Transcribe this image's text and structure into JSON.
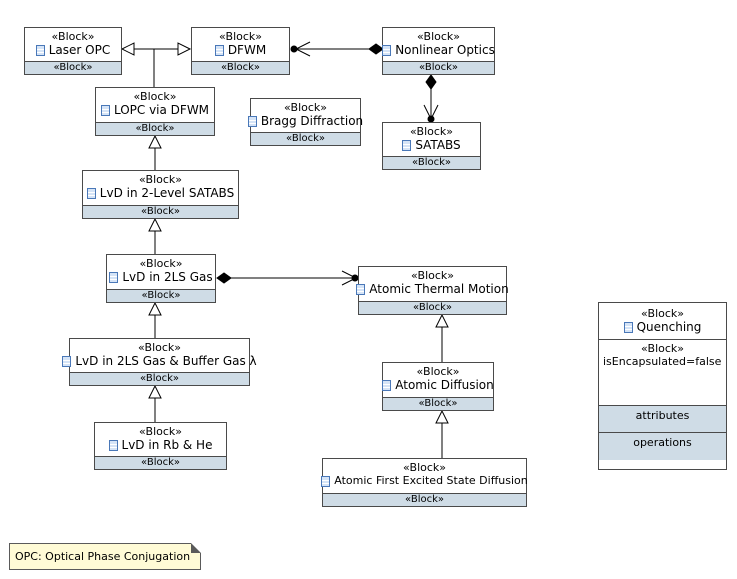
{
  "blocks": {
    "laser_opc": {
      "stereotype": "«Block»",
      "name": "Laser OPC",
      "footer": "«Block»"
    },
    "dfwm": {
      "stereotype": "«Block»",
      "name": "DFWM",
      "footer": "«Block»"
    },
    "nonlinear_optics": {
      "stereotype": "«Block»",
      "name": "Nonlinear Optics",
      "footer": "«Block»"
    },
    "lopc_via_dfwm": {
      "stereotype": "«Block»",
      "name": "LOPC via DFWM",
      "footer": "«Block»"
    },
    "bragg_diffraction": {
      "stereotype": "«Block»",
      "name": "Bragg Diffraction",
      "footer": "«Block»"
    },
    "satabs": {
      "stereotype": "«Block»",
      "name": "SATABS",
      "footer": "«Block»"
    },
    "lvd_2level_satabs": {
      "stereotype": "«Block»",
      "name": "LvD in 2-Level SATABS",
      "footer": "«Block»"
    },
    "lvd_2ls_gas": {
      "stereotype": "«Block»",
      "name": "LvD in 2LS Gas",
      "footer": "«Block»"
    },
    "atomic_thermal_motion": {
      "stereotype": "«Block»",
      "name": "Atomic Thermal Motion",
      "footer": "«Block»"
    },
    "lvd_2ls_buffer": {
      "stereotype": "«Block»",
      "name": "LvD in 2LS Gas & Buffer Gas λ",
      "footer": "«Block»"
    },
    "atomic_diffusion": {
      "stereotype": "«Block»",
      "name": "Atomic Diffusion",
      "footer": "«Block»"
    },
    "lvd_rb_he": {
      "stereotype": "«Block»",
      "name": "LvD in Rb & He",
      "footer": "«Block»"
    },
    "atomic_first_excited": {
      "stereotype": "«Block»",
      "name": "Atomic First Excited State Diffusion",
      "footer": "«Block»"
    },
    "quenching": {
      "stereotype": "«Block»",
      "name": "Quenching",
      "prop_stereotype": "«Block»",
      "property": "isEncapsulated=false",
      "attributes_label": "attributes",
      "operations_label": "operations"
    }
  },
  "note": {
    "text": "OPC: Optical Phase Conjugation"
  },
  "colors": {
    "footer": "#cfdce6",
    "note": "#fffbd6",
    "border": "#4a4a4a"
  }
}
